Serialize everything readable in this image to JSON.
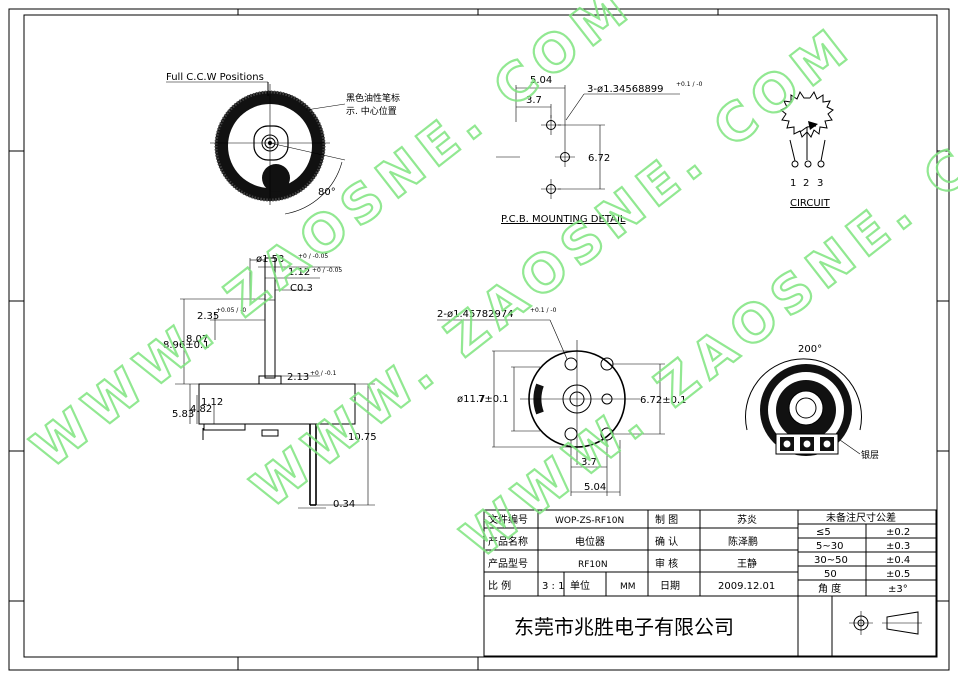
{
  "drawing": {
    "top_view": {
      "label": "Full C.C.W Positions",
      "note_line1": "黑色油性笔标",
      "note_line2": "示. 中心位置",
      "angle": "80°"
    },
    "pcb": {
      "title": "P.C.B. MOUNTING DETAIL",
      "dim_width": "5.04",
      "dim_offset": "3.7",
      "dim_height": "6.72",
      "hole_spec": "3-ø1.34568899",
      "hole_tol": "+0.1 / -0"
    },
    "circuit": {
      "title": "CIRCUIT",
      "pins": [
        "1",
        "2",
        "3"
      ]
    },
    "side_view": {
      "d_shaft": "ø1.53",
      "d_shaft_tol": "+0 / -0.05",
      "d_flat": "1.12",
      "d_flat_tol": "+0 / -0.05",
      "chamfer": "C0.3",
      "h_235": "2.35",
      "h_235_tol": "+0.05 / -0",
      "h_total": "8.96±0.1",
      "h_807": "8.07",
      "w_213": "2.13",
      "w_213_tol": "+0 / -0.1",
      "h_583": "5.83",
      "h_482": "4.82",
      "h_112": "1.12",
      "h_1075": "10.75",
      "w_034": "0.34"
    },
    "front_view": {
      "hole_spec": "2-ø1.45782974",
      "hole_tol": "+0.1 / -0",
      "d_outer": "ø11.7",
      "d_inner": "7±0.1",
      "dim_height": "6.72±0.1",
      "dim_37": "3.7",
      "dim_504": "5.04"
    },
    "rear_view": {
      "angle": "200°",
      "label": "银层"
    },
    "watermark": "WWW. ZAOSNE. COM"
  },
  "title_block": {
    "labels": {
      "file_no": "文件编号",
      "product_name": "产品名称",
      "product_model": "产品型号",
      "scale": "比  例",
      "unit": "单位",
      "drawn": "制  图",
      "check": "确  认",
      "approve": "审  核",
      "date": "日期"
    },
    "values": {
      "file_no": "WOP-ZS-RF10N",
      "product_name": "电位器",
      "product_model": "RF10N",
      "scale": "3 : 1",
      "unit": "MM",
      "drawn_by": "苏炎",
      "checked_by": "陈泽鹏",
      "approved_by": "王静",
      "date": "2009.12.01"
    },
    "tolerance": {
      "title": "未备注尺寸公差",
      "rows": [
        {
          "range": "≤5",
          "tol": "±0.2"
        },
        {
          "range": "5~30",
          "tol": "±0.3"
        },
        {
          "range": "30~50",
          "tol": "±0.4"
        },
        {
          "range": "50",
          "tol": "±0.5"
        },
        {
          "range": "角  度",
          "tol": "±3°"
        }
      ]
    },
    "company": "东莞市兆胜电子有限公司"
  }
}
